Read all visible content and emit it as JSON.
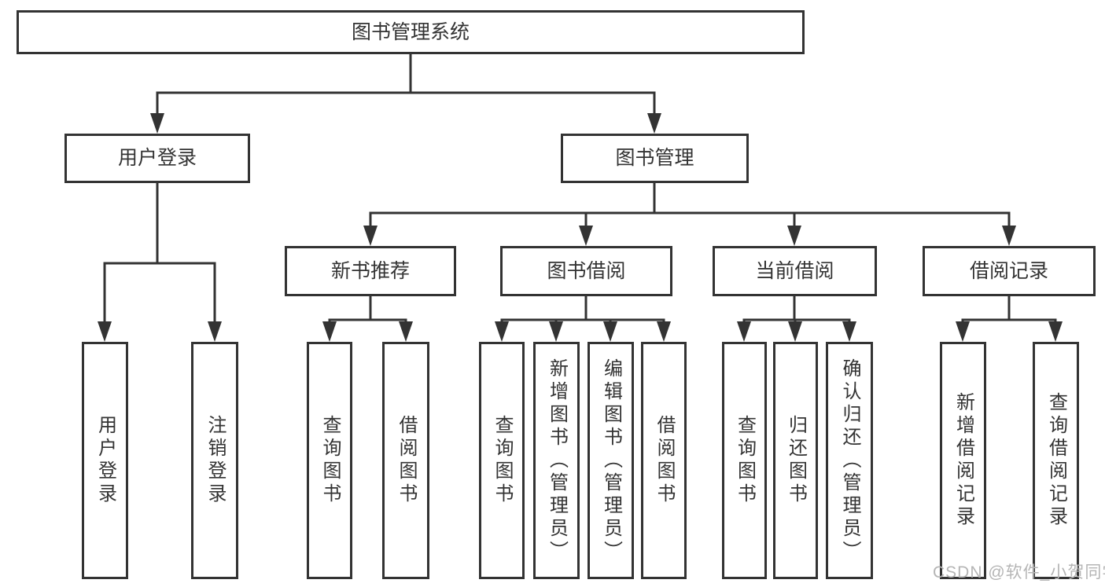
{
  "diagram": {
    "type": "tree",
    "root": {
      "label": "图书管理系统",
      "children": [
        {
          "label": "用户登录",
          "children": [
            {
              "label": "用户登录"
            },
            {
              "label": "注销登录"
            }
          ]
        },
        {
          "label": "图书管理",
          "children": [
            {
              "label": "新书推荐",
              "children": [
                {
                  "label": "查询图书"
                },
                {
                  "label": "借阅图书"
                }
              ]
            },
            {
              "label": "图书借阅",
              "children": [
                {
                  "label": "查询图书"
                },
                {
                  "label": "新增图书（管理员）"
                },
                {
                  "label": "编辑图书（管理员）"
                },
                {
                  "label": "借阅图书"
                }
              ]
            },
            {
              "label": "当前借阅",
              "children": [
                {
                  "label": "查询图书"
                },
                {
                  "label": "归还图书"
                },
                {
                  "label": "确认归还（管理员）"
                }
              ]
            },
            {
              "label": "借阅记录",
              "children": [
                {
                  "label": "新增借阅记录"
                },
                {
                  "label": "查询借阅记录"
                }
              ]
            }
          ]
        }
      ]
    },
    "colors": {
      "line": "#333333",
      "text": "#333333",
      "background": "#ffffff",
      "watermark": "#b5b5b5"
    }
  },
  "watermark": "CSDN @软件_小贺同学"
}
